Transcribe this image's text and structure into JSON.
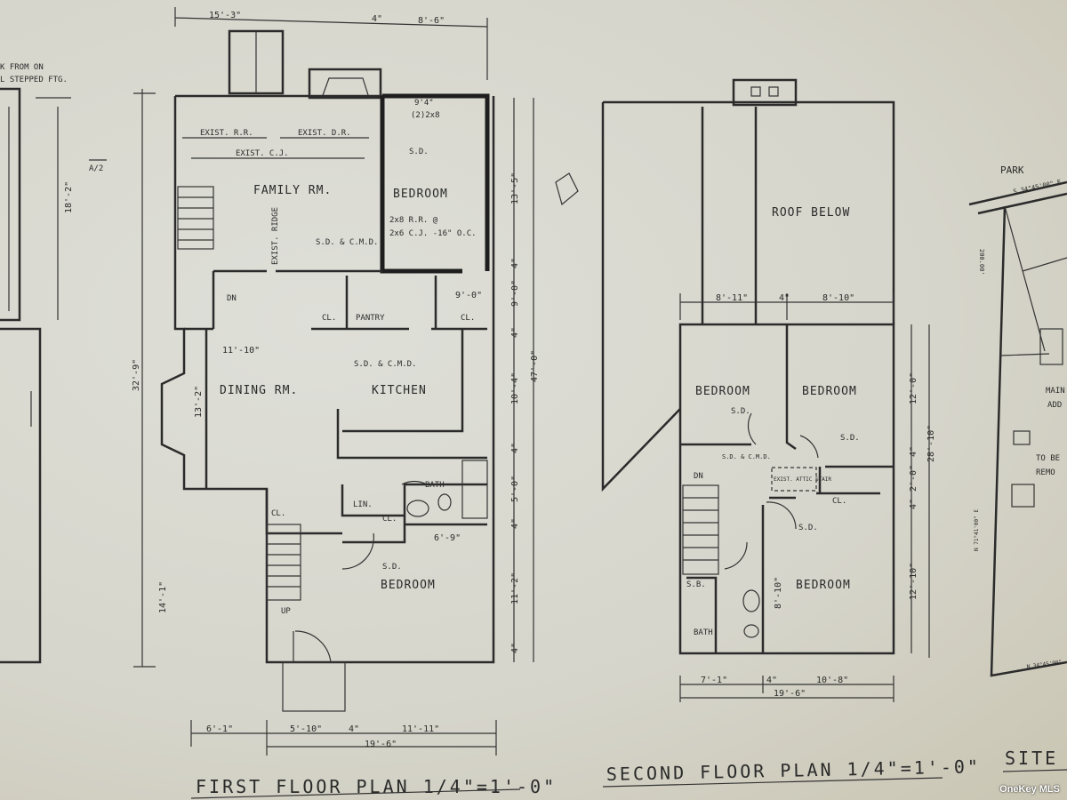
{
  "colors": {
    "paper": "#d8d7cd",
    "ink": "#2b2b2b"
  },
  "left_partial": {
    "note1": "K FROM ON",
    "note2": "L STEPPED FTG.",
    "ref": "A/2",
    "dim": "18'-2\""
  },
  "first_floor": {
    "title": "FIRST FLOOR PLAN 1/4\"=1'-0\"",
    "rooms": {
      "family": "FAMILY RM.",
      "bedroom_top": "BEDROOM",
      "dining": "DINING RM.",
      "kitchen": "KITCHEN",
      "pantry": "PANTRY",
      "bath": "BATH",
      "linen": "LIN.",
      "bedroom_bottom": "BEDROOM",
      "cl1": "CL.",
      "cl2": "CL.",
      "cl3": "CL.",
      "cl4": "CL."
    },
    "notes": {
      "exist_rr": "EXIST. R.R.",
      "exist_dr": "EXIST. D.R.",
      "exist_cj": "EXIST. C.J.",
      "exist_ridge": "EXIST. RIDGE",
      "sd_cmd": "S.D. & C.M.D.",
      "sd": "S.D.",
      "sd_kitchen": "S.D. & C.M.D.",
      "sd_bed": "S.D.",
      "dn": "DN",
      "up": "UP",
      "header": "9'4\"",
      "header2": "(2)2x8",
      "rafters": "2x8 R.R. @",
      "cj": "2x6 C.J. -16\" O.C."
    },
    "dims": {
      "top": [
        "15'-3\"",
        "4\"",
        "8'-6\""
      ],
      "left_total": "32'-9\"",
      "left_lower": "14'-1\"",
      "right": [
        "13'-5\"",
        "4\"",
        "9'-0\"",
        "4\"",
        "10'-4\"",
        "4\"",
        "5'-0\"",
        "4\"",
        "11'-2\"",
        "4\""
      ],
      "right_total": "47'-0\"",
      "dining_w": "11'-10\"",
      "dining_h": "13'-2\"",
      "closet": "9'-0\"",
      "bath_w": "6'-9\"",
      "bottom": [
        "6'-1\"",
        "5'-10\"",
        "4\"",
        "11'-11\""
      ],
      "bottom_total": "19'-6\""
    }
  },
  "second_floor": {
    "title": "SECOND FLOOR PLAN 1/4\"=1'-0\"",
    "roof": "ROOF BELOW",
    "rooms": {
      "bed1": "BEDROOM",
      "bed2": "BEDROOM",
      "bed3": "BEDROOM",
      "bath": "BATH",
      "sb": "S.B.",
      "cl": "CL.",
      "stair": "EXIST. ATTIC STAIR"
    },
    "notes": {
      "sd1": "S.D.",
      "sd2": "S.D.",
      "sd3": "S.D.",
      "smd": "S.D. & C.M.D.",
      "dn": "DN"
    },
    "dims": {
      "top": [
        "8'-11\"",
        "4\"",
        "8'-10\""
      ],
      "right": [
        "12'-0\"",
        "4\"",
        "2'-0\"",
        "4\"",
        "12'-10\""
      ],
      "right_total": "28'-10\"",
      "bottom": [
        "7'-1\"",
        "4\"",
        "10'-8\""
      ],
      "bottom_total": "19'-6\"",
      "bath": "8'-10\""
    }
  },
  "site": {
    "title": "SITE",
    "street": "PARK",
    "bearing1": "S 34°45'00\" E",
    "bearing2": "N 71°41'00\" E",
    "bearing3": "N 34°45'00\"",
    "dist": "200.00'",
    "note1": "MAIN",
    "note2": "ADD",
    "note3": "TO BE",
    "note4": "REMO"
  },
  "watermark": "OneKey MLS"
}
